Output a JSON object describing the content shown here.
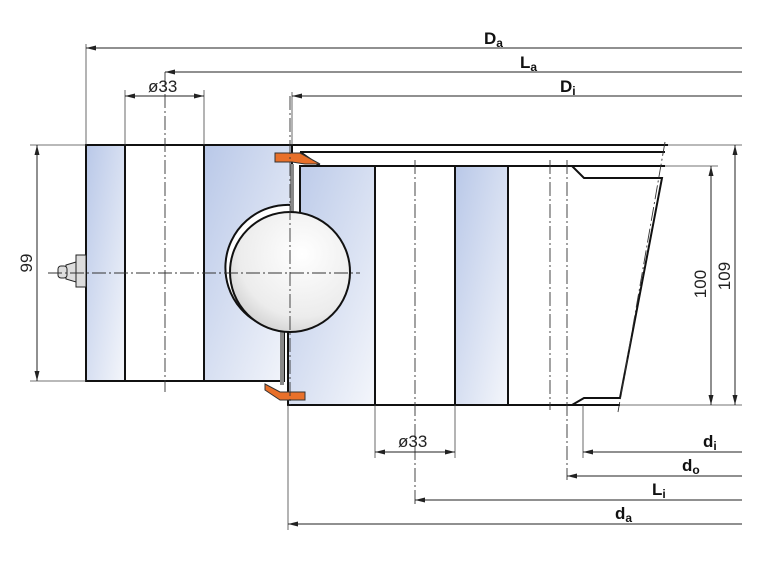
{
  "title": "Slewing ring bearing cross-section",
  "colors": {
    "seal": "#e8702a",
    "hatch_fill": "#c5d1ea",
    "bore": "#eeeeee"
  },
  "dimensions": {
    "Da": {
      "main": "D",
      "sub": "a"
    },
    "La": {
      "main": "L",
      "sub": "a"
    },
    "Di": {
      "main": "D",
      "sub": "i"
    },
    "di": {
      "main": "d",
      "sub": "i"
    },
    "do": {
      "main": "d",
      "sub": "o"
    },
    "Li": {
      "main": "L",
      "sub": "i"
    },
    "da": {
      "main": "d",
      "sub": "a"
    },
    "hole_outer": "ø33",
    "hole_inner": "ø33",
    "height_outer": "99",
    "height_inner": "100",
    "height_total": "109"
  }
}
